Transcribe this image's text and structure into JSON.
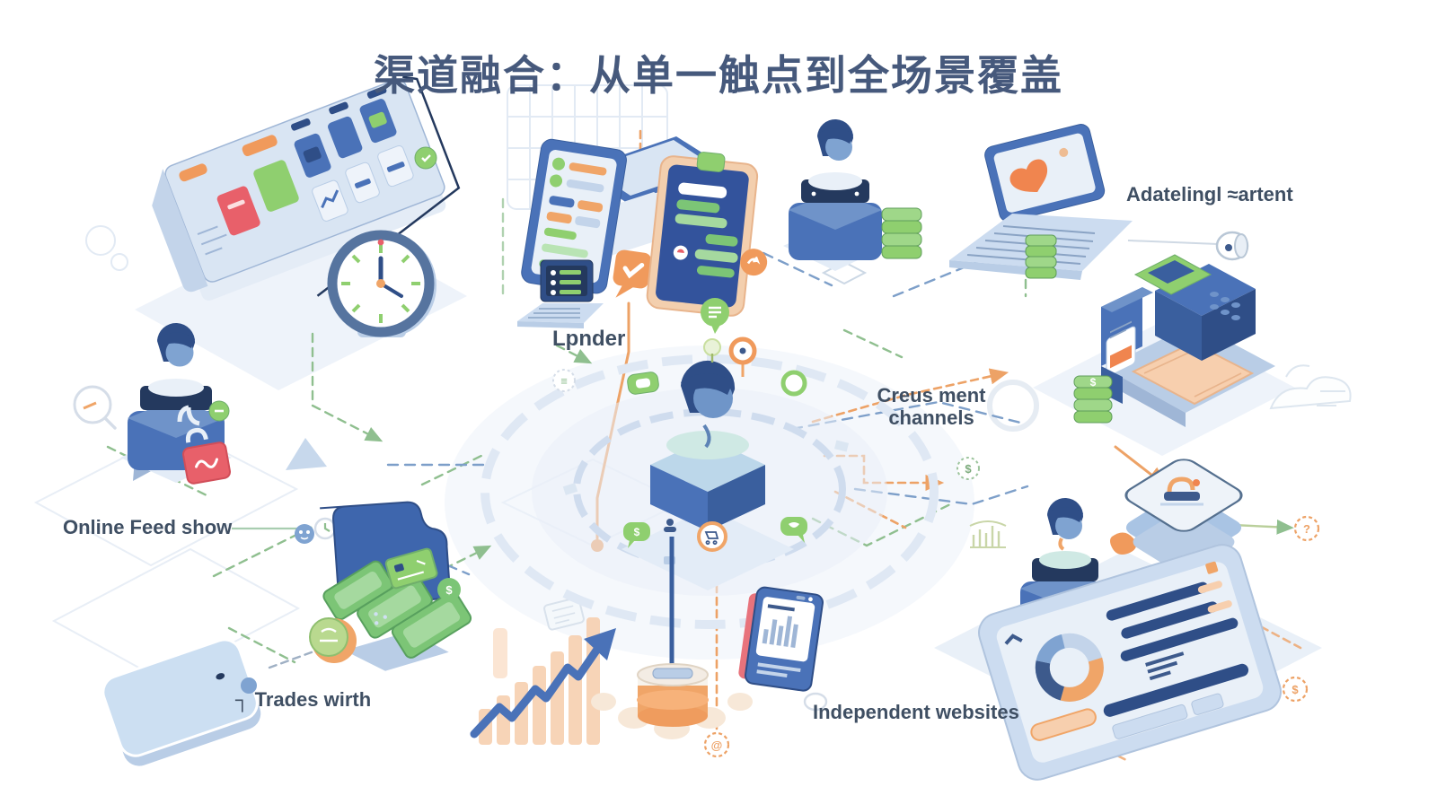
{
  "title": {
    "text": "渠道融合：从单一触点到全场景覆盖",
    "color": "#46597c"
  },
  "labels": {
    "device_printer": "Lpnder",
    "recruitment_channels": "Creus ment channels",
    "marketing_content": "Adatelingl ≈artent",
    "online_feed": "Online Feed show",
    "trades": "Trades wirth",
    "independent_sites": "Independent websites"
  },
  "icons": {
    "bracket": "┐",
    "at_badge": "@",
    "question_badge": "?",
    "dollar_badge": "$",
    "check": "✓",
    "menu": "≡"
  },
  "colors": {
    "title": "#46597c",
    "label": "#3f4f63",
    "device_blue": "#4a72b8",
    "navy": "#2f4e87",
    "light_blue": "#ccdcf0",
    "green": "#8fcf6f",
    "orange": "#f09a5c",
    "peach": "#f7cfae",
    "red": "#e8606a",
    "line_green": "#8fbf8f",
    "line_blue": "#7d9fc9",
    "line_orange": "#eda266"
  }
}
